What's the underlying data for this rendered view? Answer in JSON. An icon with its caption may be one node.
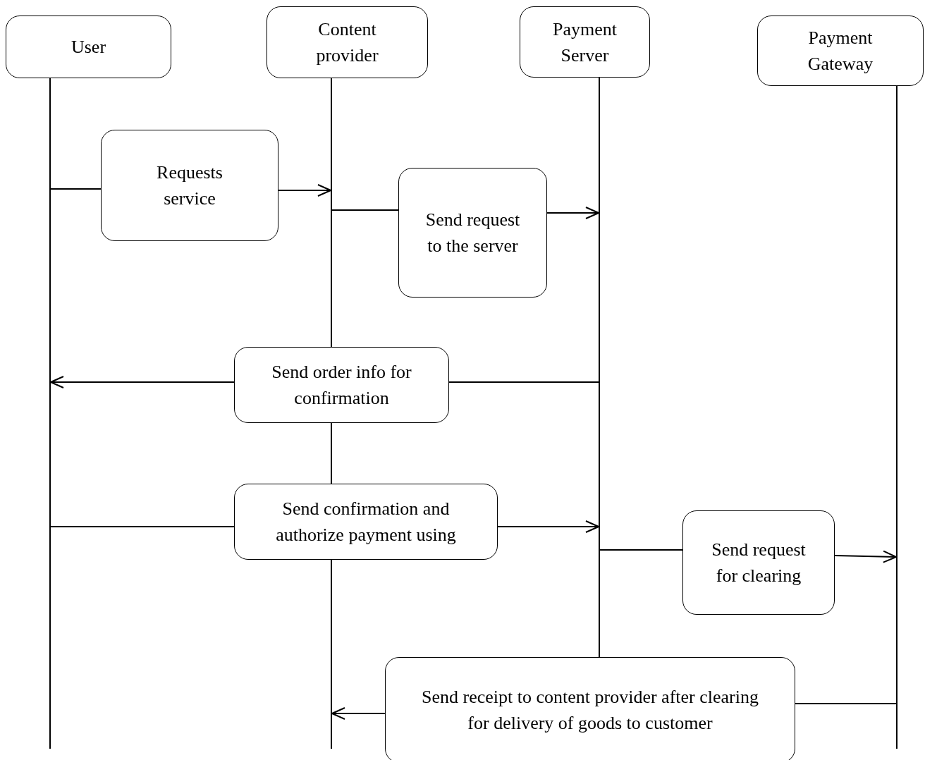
{
  "diagram": {
    "nodes": [
      {
        "text": [
          "User"
        ]
      },
      {
        "text": [
          "Content provider"
        ]
      },
      {
        "text": [
          "Payment Server"
        ]
      },
      {
        "text": [
          "Payment Gateway"
        ]
      },
      {
        "text": [
          "Requests service"
        ]
      },
      {
        "text": [
          "Send request to the server"
        ]
      },
      {
        "text": [
          "Send order info for confirmation"
        ]
      },
      {
        "text": [
          "Send confirmation and authorize payment using"
        ]
      },
      {
        "text": [
          "Send request for clearing"
        ]
      },
      {
        "text": [
          "Send receipt to content provider after clearing for delivery of goods to customer"
        ]
      },
      {
        "text": [],
        "shape": "line"
      },
      {
        "text": [],
        "shape": "line"
      },
      {
        "text": [],
        "shape": "line"
      },
      {
        "text": [],
        "shape": "line"
      }
    ],
    "edges": [
      {
        "from": 10,
        "to": 4,
        "arrow": "none"
      },
      {
        "from": 4,
        "to": 11,
        "arrow": "to"
      },
      {
        "from": 11,
        "to": 5,
        "arrow": "none"
      },
      {
        "from": 5,
        "to": 12,
        "arrow": "to"
      },
      {
        "from": 12,
        "to": 6,
        "arrow": "none"
      },
      {
        "from": 6,
        "to": 10,
        "arrow": "to"
      },
      {
        "from": 10,
        "to": 7,
        "arrow": "none"
      },
      {
        "from": 7,
        "to": 12,
        "arrow": "to"
      },
      {
        "from": 12,
        "to": 8,
        "arrow": "none"
      },
      {
        "from": 8,
        "to": 13,
        "arrow": "to"
      },
      {
        "from": 13,
        "to": 9,
        "arrow": "none"
      },
      {
        "from": 9,
        "to": 11,
        "arrow": "to"
      }
    ]
  }
}
